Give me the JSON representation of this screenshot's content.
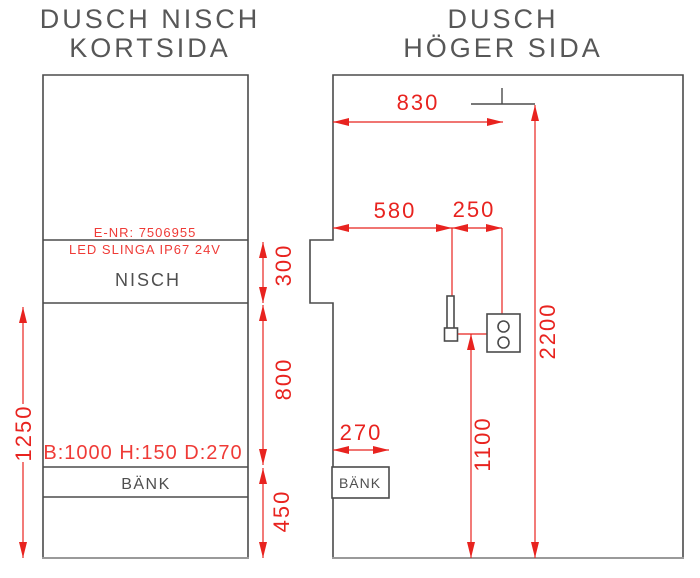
{
  "colors": {
    "dimension_red": "#e8231f",
    "drawing_line_gray": "#4b4b4b",
    "floor_line_gray": "#9a9a9a",
    "title_gray": "#575757",
    "background": "#ffffff"
  },
  "left_drawing": {
    "title_line1": "DUSCH NISCH",
    "title_line2": "KORTSIDA",
    "labels": {
      "e_nr": "E-NR: 7506955",
      "led_strip": "LED SLINGA IP67 24V",
      "nisch": "NISCH",
      "bench_spec": "B:1000 H:150 D:270",
      "bank": "BÄNK"
    },
    "dimensions": {
      "niche_height": "300",
      "niche_to_bench": "800",
      "bench_to_floor": "450",
      "total_left": "1250"
    }
  },
  "right_drawing": {
    "title_line1": "DUSCH",
    "title_line2": "HÖGER SIDA",
    "labels": {
      "bank": "BÄNK"
    },
    "dimensions": {
      "shower_head_offset": "830",
      "handle_offset": "580",
      "mixer_offset": "250",
      "bench_depth": "270",
      "mixer_height": "1100",
      "shower_head_height": "2200"
    }
  }
}
